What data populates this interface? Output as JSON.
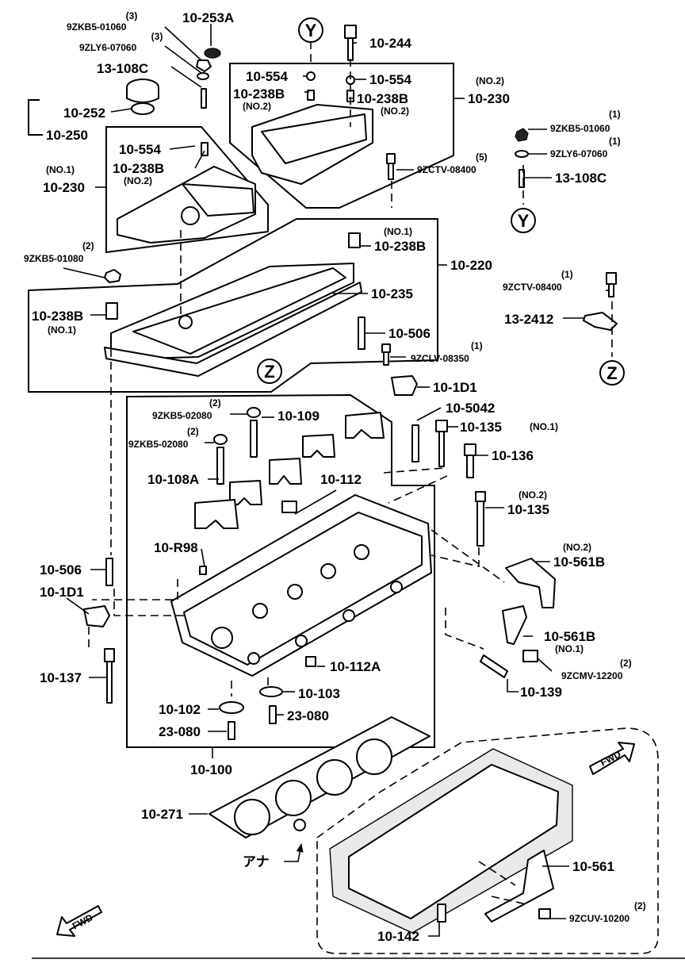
{
  "labels": {
    "p_9zkb5_01060_a": "9ZKB5-01060",
    "p_9zkb5_01060_a_qty": "(3)",
    "p_9zly6_07060_a": "9ZLY6-07060",
    "p_9zly6_07060_a_qty": "(3)",
    "p_10_253a": "10-253A",
    "p_13_108c_a": "13-108C",
    "p_10_252": "10-252",
    "p_10_250": "10-250",
    "p_10_554_a": "10-554",
    "p_10_238b_a": "10-238B",
    "p_10_238b_a_note": "(NO.2)",
    "p_10_554_b": "10-554",
    "p_10_238b_b": "10-238B",
    "p_10_238b_b_note": "(NO.2)",
    "p_10_230_a_note": "(NO.2)",
    "p_10_230_a": "10-230",
    "p_10_244": "10-244",
    "p_10_554_c": "10-554",
    "p_10_238b_c": "10-238B",
    "p_10_238b_c_note": "(NO.2)",
    "p_10_230_b_note": "(NO.1)",
    "p_10_230_b": "10-230",
    "p_9zkb5_01060_b_qty": "(1)",
    "p_9zkb5_01060_b": "9ZKB5-01060",
    "p_9zly6_07060_b_qty": "(1)",
    "p_9zly6_07060_b": "9ZLY6-07060",
    "p_9zctv_08400_a_qty": "(5)",
    "p_9zctv_08400_a": "9ZCTV-08400",
    "p_13_108c_b": "13-108C",
    "p_10_238b_d_note": "(NO.1)",
    "p_10_238b_d": "10-238B",
    "p_10_220": "10-220",
    "p_9zkb5_01080_qty": "(2)",
    "p_9zkb5_01080": "9ZKB5-01080",
    "p_10_235": "10-235",
    "p_10_238b_e": "10-238B",
    "p_10_238b_e_note": "(NO.1)",
    "p_9zctv_08400_b_qty": "(1)",
    "p_9zctv_08400_b": "9ZCTV-08400",
    "p_13_2412": "13-2412",
    "p_10_506_a": "10-506",
    "p_9zclv_08350_qty": "(1)",
    "p_9zclv_08350": "9ZCLV-08350",
    "p_10_1d1_a": "10-1D1",
    "p_9zkb5_02080_a_qty": "(2)",
    "p_9zkb5_02080_a": "9ZKB5-02080",
    "p_10_109": "10-109",
    "p_9zkb5_02080_b_qty": "(2)",
    "p_9zkb5_02080_b": "9ZKB5-02080",
    "p_10_5042": "10-5042",
    "p_10_135_a": "10-135",
    "p_10_135_a_note": "(NO.1)",
    "p_10_136": "10-136",
    "p_10_108a": "10-108A",
    "p_10_112": "10-112",
    "p_10_135_b_note": "(NO.2)",
    "p_10_135_b": "10-135",
    "p_10_r98": "10-R98",
    "p_10_561b_a_note": "(NO.2)",
    "p_10_561b_a": "10-561B",
    "p_10_506_b": "10-506",
    "p_10_1d1_b": "10-1D1",
    "p_10_561b_b": "10-561B",
    "p_10_561b_b_note": "(NO.1)",
    "p_9zcmv_12200_qty": "(2)",
    "p_9zcmv_12200": "9ZCMV-12200",
    "p_10_137": "10-137",
    "p_10_112a": "10-112A",
    "p_10_139": "10-139",
    "p_10_103": "10-103",
    "p_10_102": "10-102",
    "p_23_080_a": "23-080",
    "p_23_080_b": "23-080",
    "p_10_100": "10-100",
    "p_10_271": "10-271",
    "p_ana": "アナ",
    "p_10_561": "10-561",
    "p_9zcuv_10200_qty": "(2)",
    "p_9zcuv_10200": "9ZCUV-10200",
    "p_10_142": "10-142"
  },
  "ref_markers": {
    "y_top": "Y",
    "y_right": "Y",
    "z_mid": "Z",
    "z_right": "Z"
  },
  "direction_arrows": {
    "fwd_top_right": "FWD",
    "fwd_bottom_left": "FWD"
  }
}
